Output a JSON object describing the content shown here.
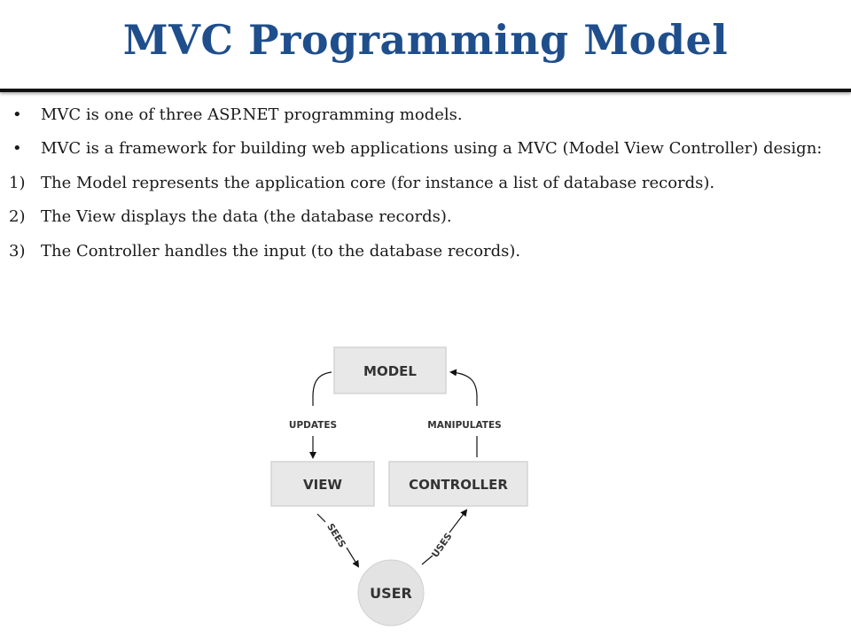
{
  "title": "MVC Programming Model",
  "bullets": [
    "MVC is one of three ASP.NET programming models.",
    "MVC is a framework for building web applications using a MVC (Model View Controller) design:"
  ],
  "numbered": [
    {
      "num": "1)",
      "text": "The Model represents the application core (for instance a list of database records)."
    },
    {
      "num": "2)",
      "text": "The View displays the data (the database records)."
    },
    {
      "num": "3)",
      "text": "The Controller handles the input (to the database records)."
    }
  ],
  "diagram": {
    "model": "MODEL",
    "view": "VIEW",
    "controller": "CONTROLLER",
    "user": "USER",
    "updates": "UPDATES",
    "manipulates": "MANIPULATES",
    "sees": "SEES",
    "uses": "USES",
    "box_fill": "#e8e8e8",
    "user_fill": "#e3e3e3",
    "text_color": "#333333"
  },
  "colors": {
    "title": "#1f4e8c",
    "rule": "#111111"
  }
}
